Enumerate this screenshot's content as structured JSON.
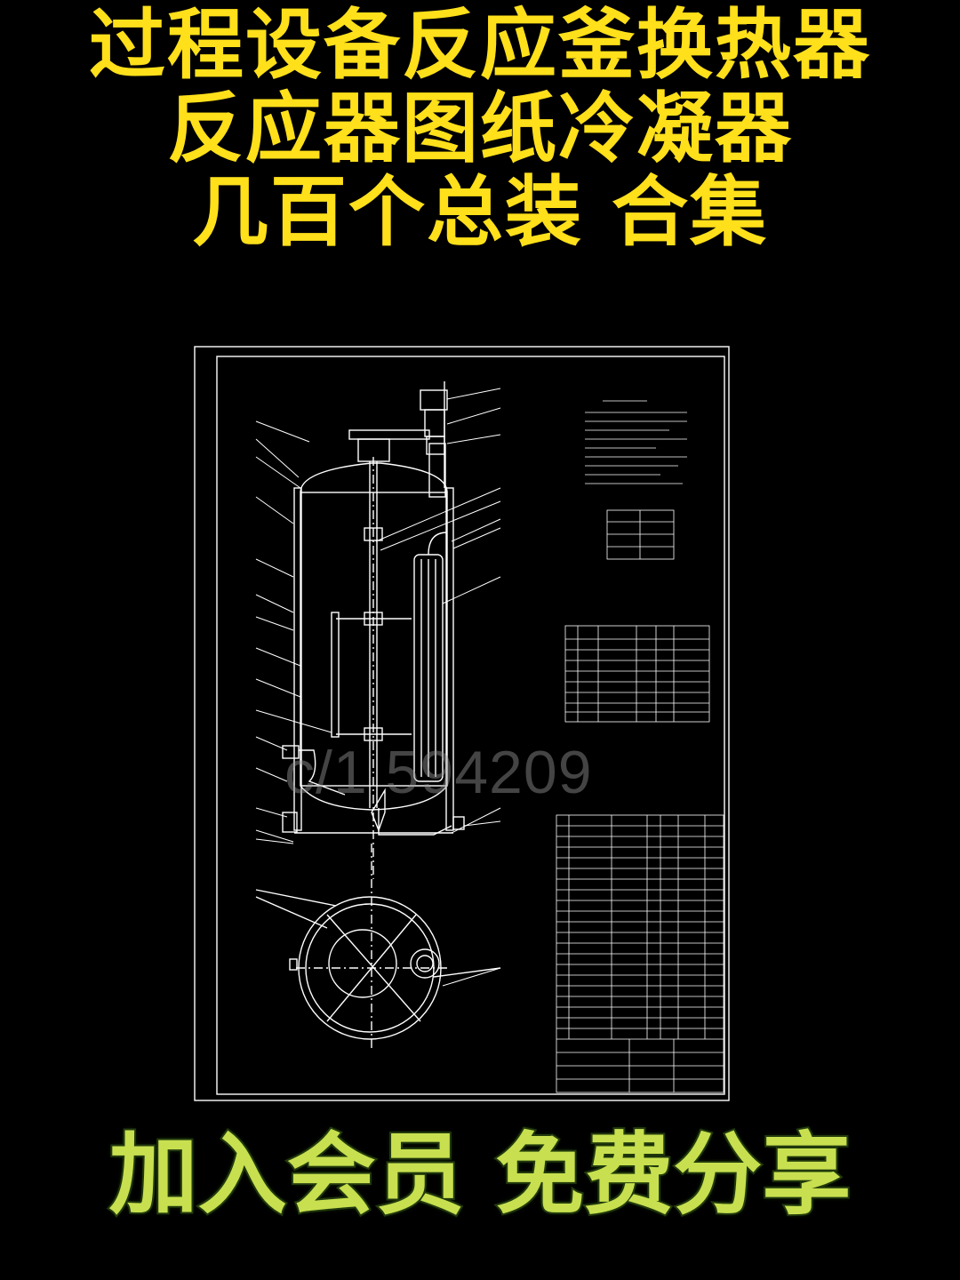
{
  "title": {
    "line1": "过程设备反应釜换热器",
    "line2": "反应器图纸冷凝器",
    "line3": "几百个总装 合集"
  },
  "watermark": "c/1 594209",
  "footer": "加入会员 免费分享",
  "colors": {
    "background": "#000000",
    "title": "#ffe01a",
    "footer": "#c8e04f",
    "drawing_lines": "#ffffff"
  }
}
